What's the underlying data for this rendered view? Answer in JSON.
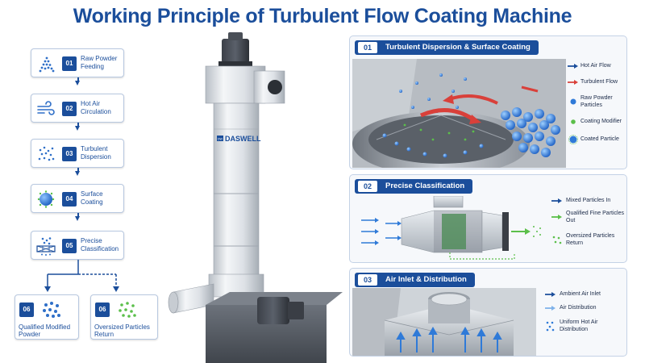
{
  "title": "Working Principle of Turbulent Flow Coating Machine",
  "brand": "DASWELL",
  "brand_badge": "DW",
  "steps": [
    {
      "num": "01",
      "label": "Raw Powder Feeding",
      "icon": "powder-pile-icon"
    },
    {
      "num": "02",
      "label": "Hot Air Circulation",
      "icon": "wind-icon"
    },
    {
      "num": "03",
      "label": "Turbulent Dispersion",
      "icon": "dispersed-particles-icon"
    },
    {
      "num": "04",
      "label": "Surface Coating",
      "icon": "coated-sphere-icon"
    },
    {
      "num": "05",
      "label": "Precise Classification",
      "icon": "classifier-icon"
    }
  ],
  "outputs": [
    {
      "num": "06",
      "label": "Qualified Modified Powder",
      "icon": "blue-particles-icon"
    },
    {
      "num": "06",
      "label": "Oversized Particles Return",
      "icon": "green-particles-icon"
    }
  ],
  "panels": [
    {
      "num": "01",
      "title": "Turbulent Dispersion & Surface Coating",
      "legend": [
        {
          "label": "Hot Air Flow",
          "icon": "blue-arrow-icon"
        },
        {
          "label": "Turbulent Flow",
          "icon": "red-arrow-icon"
        },
        {
          "label": "Raw Powder Particles",
          "icon": "blue-dot-icon"
        },
        {
          "label": "Coating Modifier",
          "icon": "green-dot-icon"
        },
        {
          "label": "Coated Particle",
          "icon": "coated-dot-icon"
        }
      ]
    },
    {
      "num": "02",
      "title": "Precise Classification",
      "legend": [
        {
          "label": "Mixed Particles In",
          "icon": "blue-arrow-icon"
        },
        {
          "label": "Qualified Fine Particles Out",
          "icon": "green-arrow-icon"
        },
        {
          "label": "Oversized Particles Return",
          "icon": "green-dots-icon"
        }
      ]
    },
    {
      "num": "03",
      "title": "Air Inlet & Distribution",
      "legend": [
        {
          "label": "Ambient Air Inlet",
          "icon": "blue-arrow-icon"
        },
        {
          "label": "Air Distribution",
          "icon": "light-blue-arrow-icon"
        },
        {
          "label": "Uniform Hot Air Distribution",
          "icon": "blue-dots-icon"
        }
      ]
    }
  ],
  "colors": {
    "primary": "#1b4e9b",
    "particle_blue": "#2f7ad8",
    "coating_green": "#5bbf4a",
    "turbulent_red": "#d9403a"
  }
}
